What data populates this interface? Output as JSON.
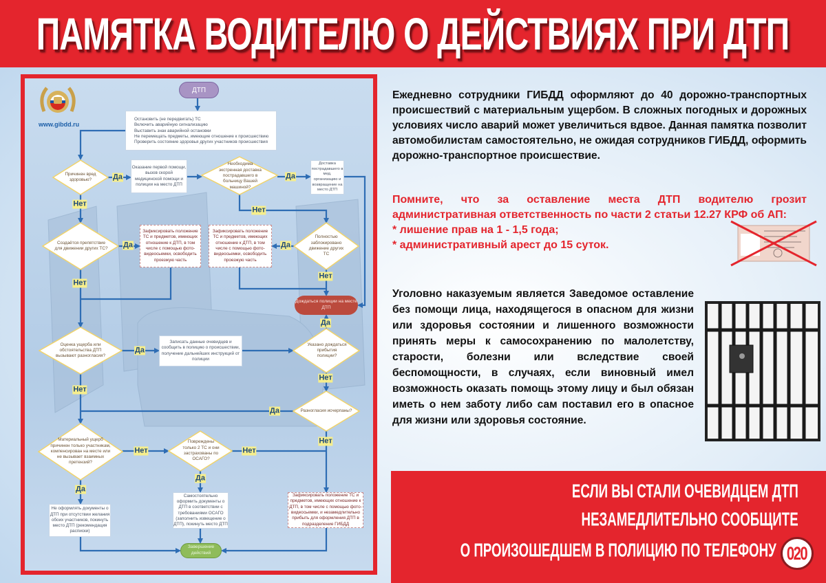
{
  "title": "ПАМЯТКА ВОДИТЕЛЮ О ДЕЙСТВИЯХ ПРИ ДТП",
  "colors": {
    "accent_red": "#e4252d",
    "flow_line": "#2e6db4",
    "label_yellow": "#f6ee8c",
    "wait_police": "#bb4a3d",
    "finish": "#8fbc5a"
  },
  "logo": {
    "icon": "gibdd-emblem",
    "site": "www.gibdd.ru"
  },
  "flowchart": {
    "start": "ДТП",
    "actions": [
      "Остановить (не передвигать) ТС",
      "Включить аварийную сигнализацию",
      "Выставить знак аварийной остановки",
      "Не перемещать предметы, имеющие отношение к происшествию",
      "Проверить состояние здоровья других участников происшествия"
    ],
    "q_harm": "Причинен вред здоровью?",
    "first_aid": "Оказание первой помощи, вызов скорой медицинской помощи и полиции на место ДТП",
    "q_transport": "Необходима экстренная доставка пострадавшего в больницу Вашей машиной?",
    "delivery": "Доставка пострадавшего в мед. организацию и возвращение на место ДТП",
    "q_obstacle": "Создаётся препятствие для движении других ТС?",
    "fix_1": "Зафиксировать положение ТС и предметов, имеющих отношение к ДТП, в том числе с помощью фото-видеосьемки, освободить проезжую часть",
    "fix_2": "Зафиксировать положение ТС и предметов, имеющих отношение к ДТП, в том числе с помощью фото-видеосьемки, освободить проезжую часть",
    "q_blocked": "Полностью заблокировано движение других ТС",
    "wait_police": "Дождаться полиции на месте ДТП",
    "q_dispute": "Оценка ущерба или обстоятельства ДТП вызывают разногласия?",
    "record_witness": "Записать данные очевидцев и сообщить в полицию о происшествии, получение дальнейших инструкций от полиции",
    "q_told_wait": "Указано дождаться прибытия полиции?",
    "q_resolved": "Разногласия исчерпаны?",
    "q_damage": "Материальный ущерб причинен только участникам, компенсирован на месте или не вызывает взаимных претензий?",
    "q_osago": "Повреждены только 2 ТС и они застрахованы по ОСАГО?",
    "no_docs": "Не оформлять документы о ДТП при отсутствии желания обоих участников, покинуть место ДТП (рекомендация расписки)",
    "self_docs": "Самостоятельно оформить документы о ДТП в соответствии с требованиями ОСАГО (заполнить извещение о ДТП), покинуть место ДТП",
    "fix_3": "Зафиксировать положение ТС и предметов, имеющих отношение к ДТП, в том числе с помощью фото-видеосьемки, и незамедлительно прибыть для оформления ДТП в подразделение ГИБДД",
    "finish": "Завершение действий",
    "yes": "Да",
    "no": "Нет"
  },
  "paragraph_1": "Ежедневно сотрудники ГИБДД оформляют до 40 дорожно-транспортных происшествий с материальным ущербом. В сложных погодных и дорожных условиях число аварий может увеличиться вдвое. Данная памятка позволит автомобилистам самостоятельно, не ожидая сотрудников ГИБДД, оформить дорожно-транспортное происшествие.",
  "warning": {
    "text": "Помните, что за оставление места ДТП водителю грозит административная ответственность по части 2 статьи 12.27 КРФ об АП:",
    "items": [
      "* лишение прав на 1 - 1,5 года;",
      "* административный арест до 15 суток."
    ],
    "image": "crossed-out-driver-license"
  },
  "paragraph_3": "Уголовно наказуемым является Заведомое оставление без помощи лица, находящегося в опасном для жизни или здоровья состоянии и лишенного возможности принять меры к самосохранению по малолетству, старости, болезни или вследствие своей беспомощности, в случаях, если виновный имел возможность оказать помощь этому лицу и был обязан иметь о нем заботу либо сам поставил его в опасное для жизни или здоровья состояние.",
  "jail_image": "prison-bars",
  "bottom": {
    "line_1": "ЕСЛИ ВЫ СТАЛИ ОЧЕВИДЦЕМ ДТП",
    "line_2": "НЕЗАМЕДЛИТЕЛЬНО СООБЩИТЕ",
    "line_3": "О ПРОИЗОШЕДШЕМ В ПОЛИЦИЮ ПО ТЕЛЕФОНУ",
    "phone": "020"
  }
}
